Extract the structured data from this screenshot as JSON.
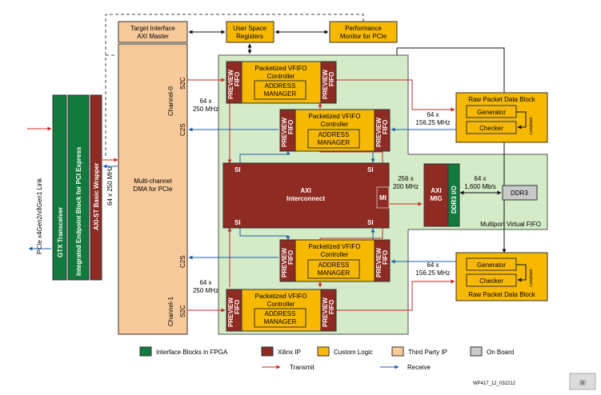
{
  "colors": {
    "interface_fpga": "#127a3c",
    "xilinx_ip": "#8e2b22",
    "custom_logic": "#f7b800",
    "third_party_ip": "#f8c99a",
    "on_board": "#c9c9c9",
    "vfifo_region": "#d3ebc6",
    "transmit": "#c62828",
    "receive": "#1f5fa8"
  },
  "blocks": {
    "pcie_link": "PCIe x4Gen2/x8Gen1 Link",
    "gtx": "GTX Transceiver",
    "endpoint": "Integrated Endpoint Block for PCI Express",
    "axist": "AXI-ST Basic Wrapper",
    "axist_width": "64 x 250 MHz",
    "target_if": [
      "Target Interface",
      "AXI Master"
    ],
    "dma": [
      "Multi-channel",
      "DMA for PCIe"
    ],
    "user_space": [
      "User Space",
      "Registers"
    ],
    "perf_mon": [
      "Performance",
      "Monitor for PCIe"
    ],
    "channel0": "Channel-0",
    "channel1": "Channel-1",
    "s2c": "S2C",
    "c2s": "C2S",
    "dma_width": [
      "64 x",
      "250 MHz"
    ],
    "vfifo_ctrl": [
      "Packetized VFIFO",
      "Controller"
    ],
    "addr_mgr": [
      "ADDRESS",
      "MANAGER"
    ],
    "preview": [
      "PREVIEW",
      "FIFO"
    ],
    "interconnect": [
      "AXI",
      "Interconnect"
    ],
    "si": "SI",
    "mi": "MI",
    "ic_width": [
      "256 x",
      "200 MHz"
    ],
    "axi_mig": [
      "AXI",
      "MIG"
    ],
    "ddr3_io": "DDR3 I/O",
    "ddr3_width": [
      "64 x",
      "1,600 Mb/s"
    ],
    "ddr3": "DDR3",
    "multiport": "Multiport Virtual FIFO",
    "raw_block": "Raw Packet Data Block",
    "generator": "Generator",
    "checker": "Checker",
    "loopback": "Loopback",
    "raw_width": [
      "64 x",
      "156.25 MHz"
    ]
  },
  "legend": {
    "interface_fpga": "Interface Blocks in FPGA",
    "xilinx_ip": "Xilinx IP",
    "custom_logic": "Custom Logic",
    "third_party_ip": "Third Party IP",
    "on_board": "On Board",
    "transmit": "Transmit",
    "receive": "Receive"
  },
  "figure_id": "WP417_12_032212"
}
